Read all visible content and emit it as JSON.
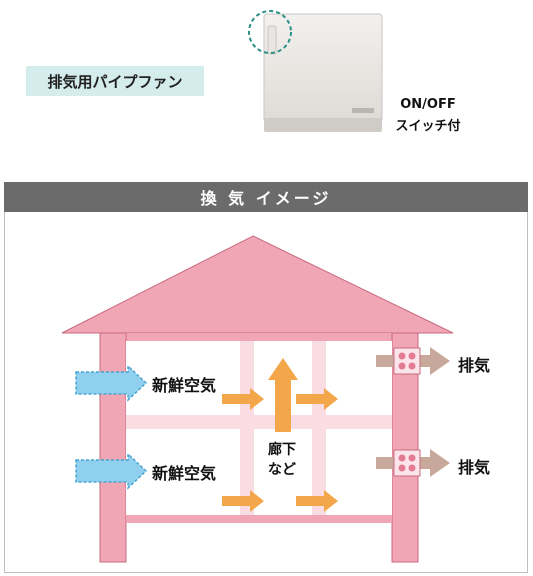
{
  "product": {
    "name": "排気用パイプファン",
    "switch_line1": "ON/OFF",
    "switch_line2": "スイッチ付"
  },
  "diagram": {
    "title": "換 気 イメージ",
    "fresh_air_top": "新鮮空気",
    "fresh_air_bottom": "新鮮空気",
    "exhaust_top": "排気",
    "exhaust_bottom": "排気",
    "hallway_line1": "廊下",
    "hallway_line2": "など"
  },
  "colors": {
    "house_pink": "#f0a6b4",
    "house_outline": "#c86a80",
    "fresh_arrow": "#8fd0ee",
    "flow_arrow": "#f4a64a",
    "exhaust_arrow": "#c8a89a",
    "header_bg": "#6b6b6b",
    "tag_bg": "#d5ecec"
  }
}
